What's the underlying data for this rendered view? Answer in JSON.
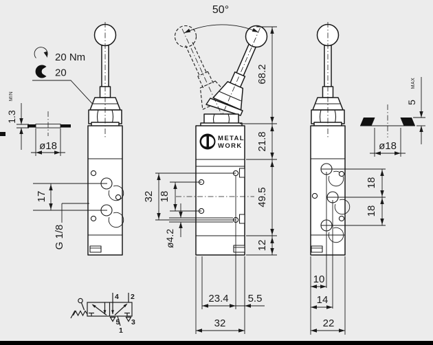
{
  "colors": {
    "background": "#ececec",
    "line": "#1a1a1a",
    "bottom_bar": "#000000"
  },
  "annotations": {
    "torque_label": "20 Nm",
    "wrench_label": "20"
  },
  "panel_cutout_detail": {
    "thickness": "1.3",
    "qualifier": "MIN",
    "hole_diameter": "ø18"
  },
  "panel_mount_detail": {
    "thickness": "5",
    "qualifier": "MAX",
    "hole_diameter": "ø18"
  },
  "left_view": {
    "port_spacing": "17",
    "thread_label": "G 1/8"
  },
  "front_view": {
    "lever_angle": "50°",
    "lever_height": "68.2",
    "head_height": "21.8",
    "body_height": "49.5",
    "base_height": "12",
    "hole_span_v": "32",
    "hole_span_v_inner": "18",
    "hole_diameter": "ø4.2",
    "hole_span_h": "23.4",
    "edge_offset": "5.5",
    "width": "32",
    "logo": {
      "line1": "METAL",
      "line2": "WORK"
    }
  },
  "right_view": {
    "port_pitch_top": "18",
    "port_pitch_bottom": "18",
    "port_offset_a": "10",
    "port_offset_b": "14",
    "width": "22"
  },
  "symbol": {
    "port_4": "4",
    "port_2": "2",
    "port_5": "5",
    "port_1": "1",
    "port_3": "3"
  }
}
